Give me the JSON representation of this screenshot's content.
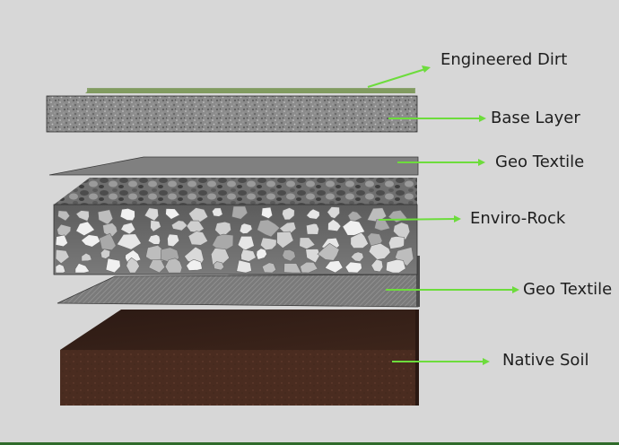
{
  "layers": [
    {
      "id": "engineered-dirt",
      "label": "Engineered Dirt"
    },
    {
      "id": "base-layer",
      "label": "Base Layer"
    },
    {
      "id": "geo-textile-top",
      "label": "Geo Textile"
    },
    {
      "id": "enviro-rock",
      "label": "Enviro-Rock"
    },
    {
      "id": "geo-textile-bottom",
      "label": "Geo Textile"
    },
    {
      "id": "native-soil",
      "label": "Native Soil"
    }
  ],
  "colors": {
    "background": "#d7d7d7",
    "arrow": "#6ddc3c",
    "label_text": "#1e1e1e",
    "grass": "#7f9a5e",
    "gravel": "#8a8a8a",
    "geo_textile": "#7d7d7d",
    "rock": "#bdbdbd",
    "soil": "#4a2c20",
    "bottom_bar": "#2f6b2a"
  }
}
